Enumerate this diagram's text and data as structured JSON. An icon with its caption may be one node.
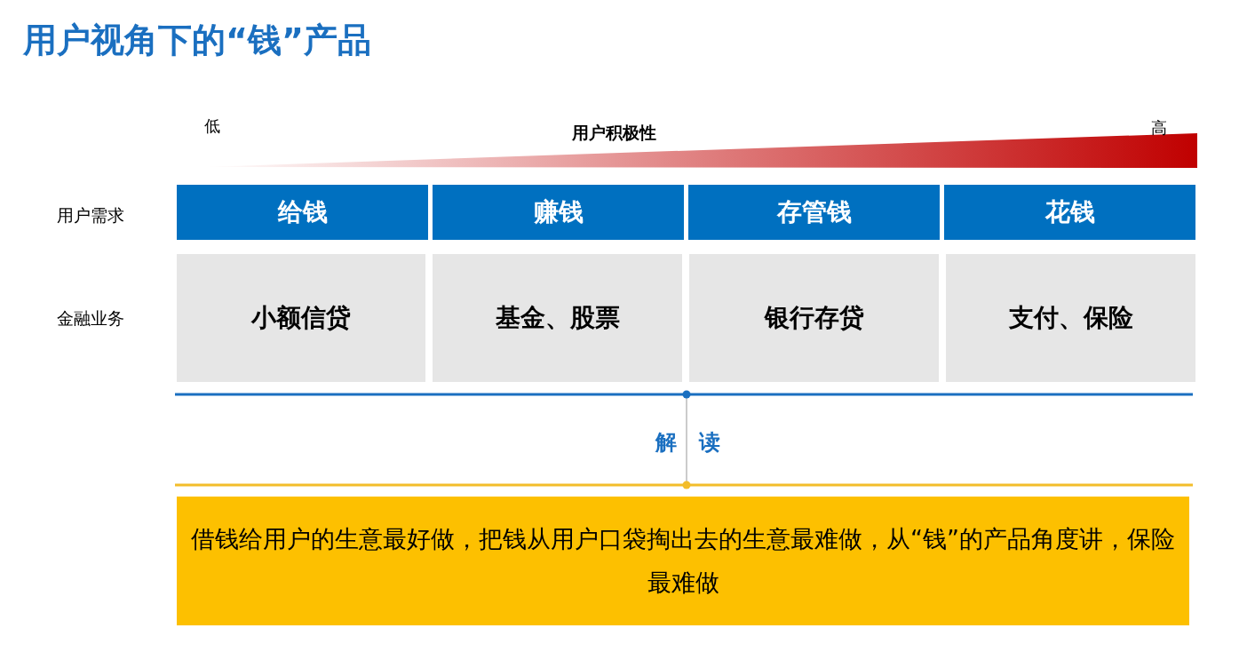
{
  "diagram": {
    "title": "用户视角下的“钱”产品",
    "nodes": [
      {
        "text": [
          "给钱"
        ]
      },
      {
        "text": [
          "赚钱"
        ]
      },
      {
        "text": [
          "存管钱"
        ]
      },
      {
        "text": [
          "花钱"
        ]
      },
      {
        "text": [
          "小额信贷"
        ]
      },
      {
        "text": [
          "基金、股票"
        ]
      },
      {
        "text": [
          "银行存贷"
        ]
      },
      {
        "text": [
          "支付、保险"
        ]
      },
      {
        "text": [
          "借钱给用户的生意最好做，把钱从用户口袋掏出去的生意最难做，从“钱”的产品角度讲，保险最难做"
        ]
      }
    ],
    "labels": [
      "低",
      "用户积极性",
      "高",
      "用户需求",
      "金融业务",
      "解 读"
    ]
  }
}
